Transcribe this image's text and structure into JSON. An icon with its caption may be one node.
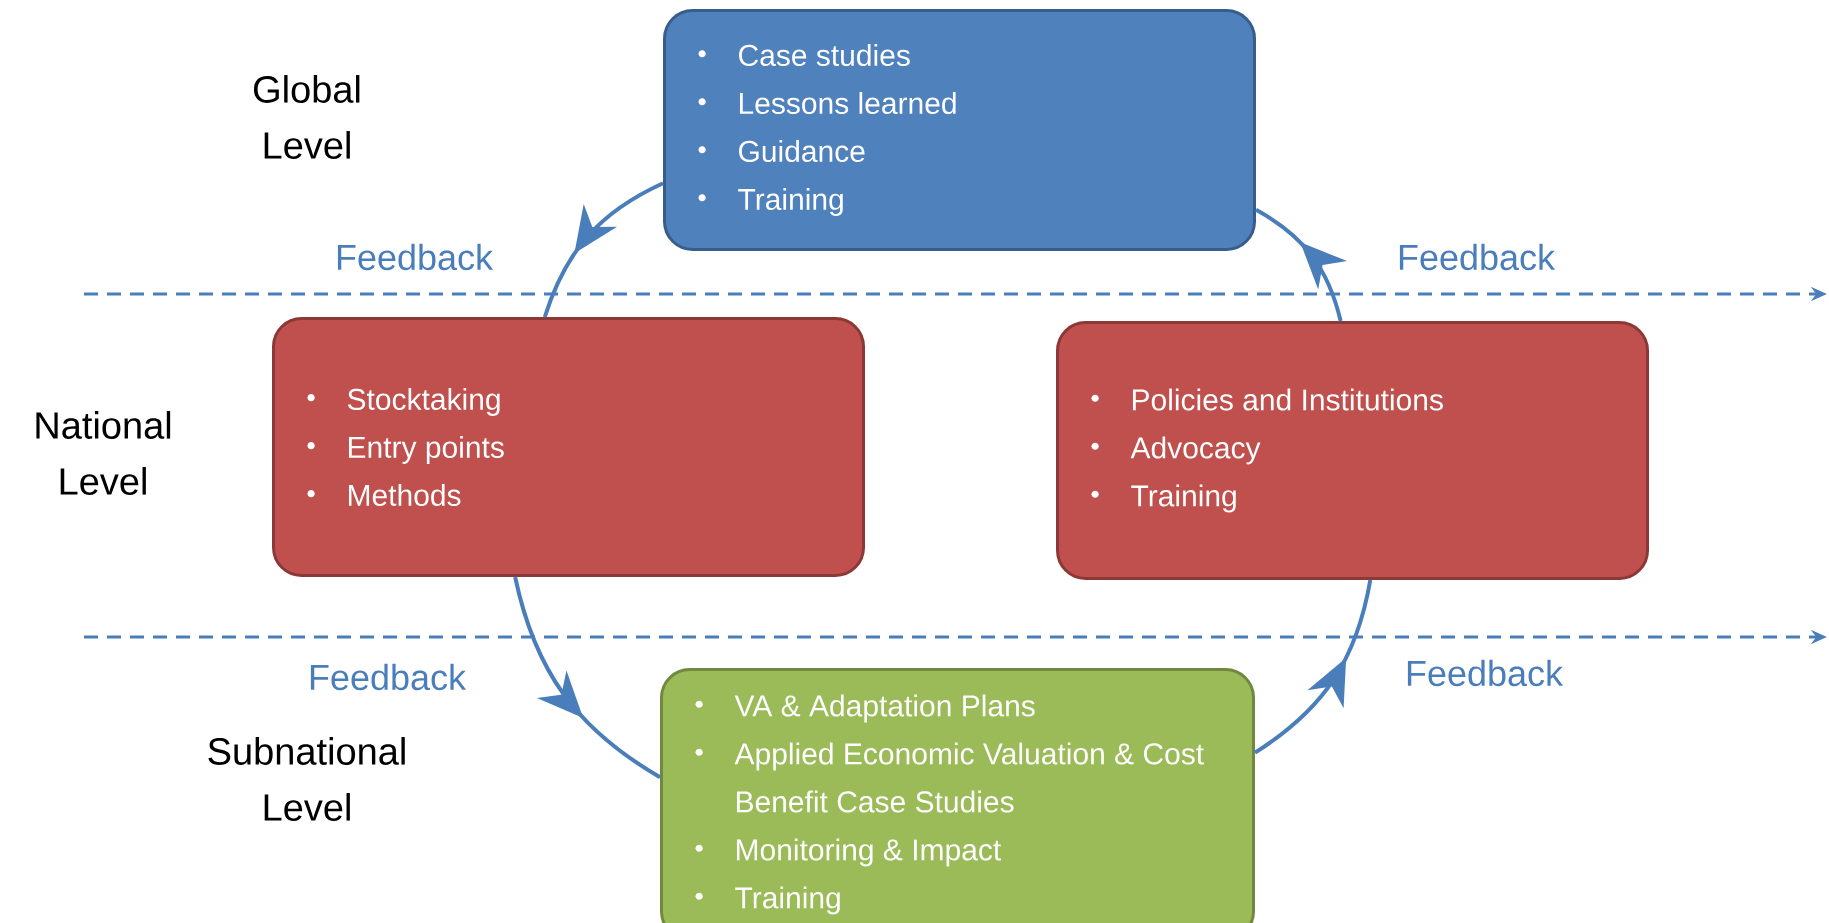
{
  "diagram": {
    "nodes": [
      {
        "text": [
          "Case studies",
          "Lessons learned",
          "Guidance",
          "Training"
        ]
      },
      {
        "text": [
          "Stocktaking",
          "Entry points",
          "Methods"
        ]
      },
      {
        "text": [
          "Policies and Institutions",
          "Advocacy",
          "Training"
        ]
      },
      {
        "text": [
          "VA & Adaptation Plans",
          "Applied Economic Valuation & Cost Benefit Case Studies",
          "Monitoring & Impact",
          "Training"
        ]
      }
    ],
    "edges": [
      {
        "from": 0,
        "to": 1,
        "arrow": "to",
        "label": "Feedback"
      },
      {
        "from": 1,
        "to": 3,
        "arrow": "to",
        "label": "Feedback"
      },
      {
        "from": 3,
        "to": 2,
        "arrow": "to",
        "label": "Feedback"
      },
      {
        "from": 2,
        "to": 0,
        "arrow": "to",
        "label": "Feedback"
      }
    ],
    "labels": [
      "Global Level",
      "National Level",
      "Subnational Level"
    ]
  }
}
